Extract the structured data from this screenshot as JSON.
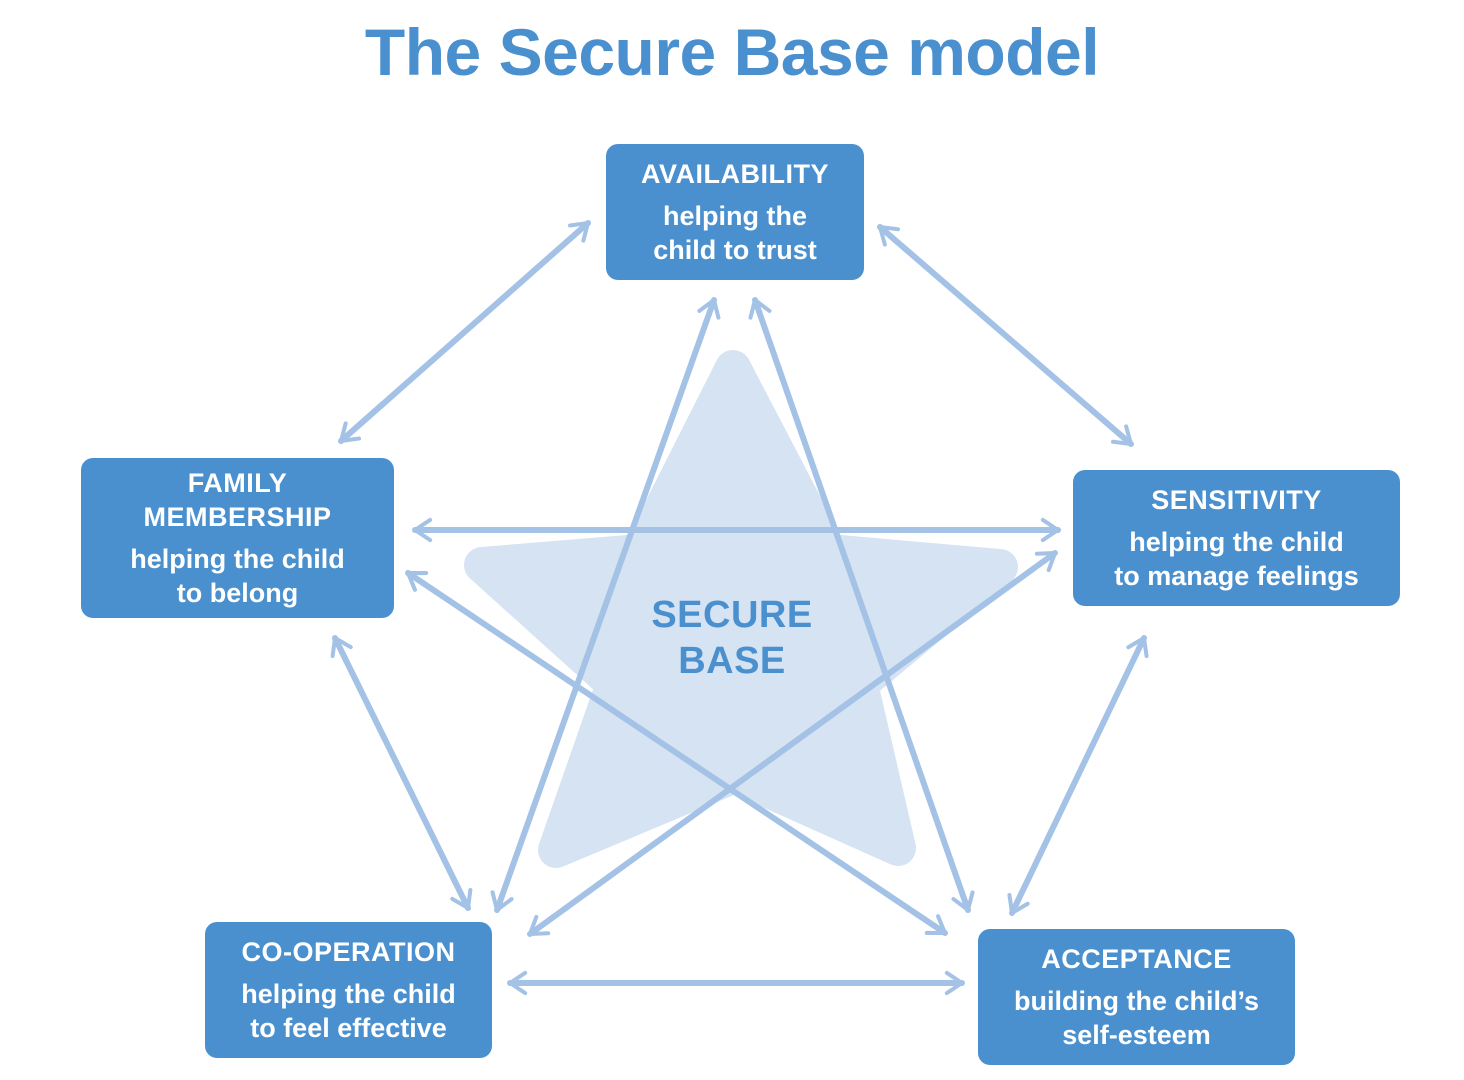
{
  "title": "The Secure Base model",
  "center": {
    "label": "SECURE\nBASE"
  },
  "nodes": {
    "availability": {
      "heading": "AVAILABILITY",
      "desc": "helping the\nchild to trust"
    },
    "sensitivity": {
      "heading": "SENSITIVITY",
      "desc": "helping the child\nto manage feelings"
    },
    "acceptance": {
      "heading": "ACCEPTANCE",
      "desc": "building the child’s\nself-esteem"
    },
    "cooperation": {
      "heading": "CO-OPERATION",
      "desc": "helping the child\nto feel effective"
    },
    "family": {
      "heading": "FAMILY\nMEMBERSHIP",
      "desc": "helping the child\nto belong"
    }
  },
  "connections": [
    {
      "from": "availability",
      "to": "sensitivity",
      "style": "double-arrow"
    },
    {
      "from": "availability",
      "to": "family",
      "style": "double-arrow"
    },
    {
      "from": "availability",
      "to": "cooperation",
      "style": "double-arrow"
    },
    {
      "from": "availability",
      "to": "acceptance",
      "style": "double-arrow"
    },
    {
      "from": "family",
      "to": "sensitivity",
      "style": "double-arrow"
    },
    {
      "from": "family",
      "to": "cooperation",
      "style": "double-arrow"
    },
    {
      "from": "family",
      "to": "acceptance",
      "style": "double-arrow"
    },
    {
      "from": "sensitivity",
      "to": "cooperation",
      "style": "double-arrow"
    },
    {
      "from": "sensitivity",
      "to": "acceptance",
      "style": "double-arrow"
    },
    {
      "from": "cooperation",
      "to": "acceptance",
      "style": "double-arrow"
    }
  ],
  "colors": {
    "box": "#4a90cf",
    "title": "#4a90cf",
    "arrow": "#a3c2e6",
    "star": "#d6e3f3",
    "box_text": "#ffffff"
  }
}
